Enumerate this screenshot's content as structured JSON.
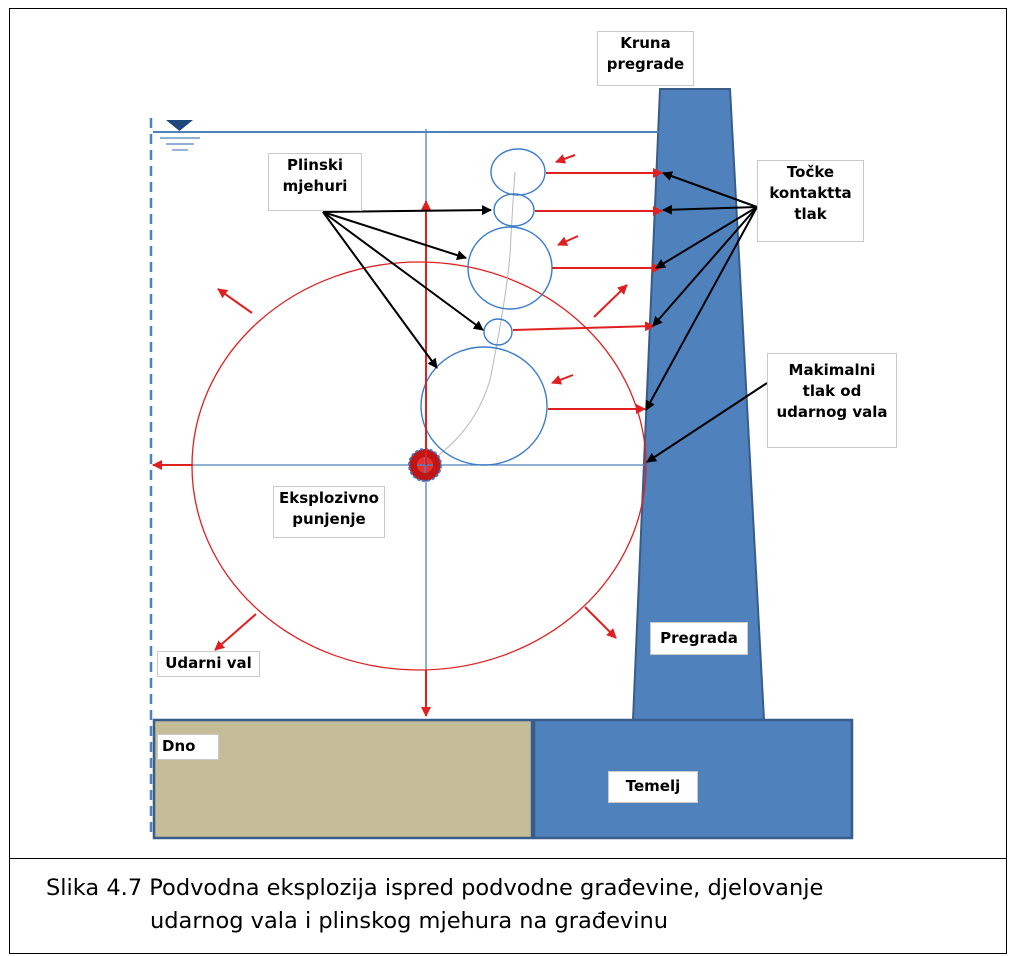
{
  "labels": {
    "crest": "Kruna\npregrade",
    "gas_bubbles": "Plinski\nmjehuri",
    "contact_points": "Točke\nkontaktta\ntlak",
    "max_pressure": "Makimalni\ntlak od\nudarnog vala",
    "charge": "Eksplozivno\npunjenje",
    "shock_wave": "Udarni val",
    "dam": "Pregrada",
    "bottom": "Dno",
    "foundation": "Temelj"
  },
  "caption": {
    "line1": "Slika 4.7  Podvodna eksplozija ispred podvodne građevine, djelovanje",
    "line2": "udarnog vala i plinskog  mjehura na građevinu"
  },
  "colors": {
    "dam_fill": "#4f81bd",
    "dam_stroke": "#385d8a",
    "bottom_fill": "#c4bd97",
    "water_line": "#4f81bd",
    "shock_wave": "#e02020",
    "bubble": "#3a7cc9",
    "charge": "#c01515"
  }
}
